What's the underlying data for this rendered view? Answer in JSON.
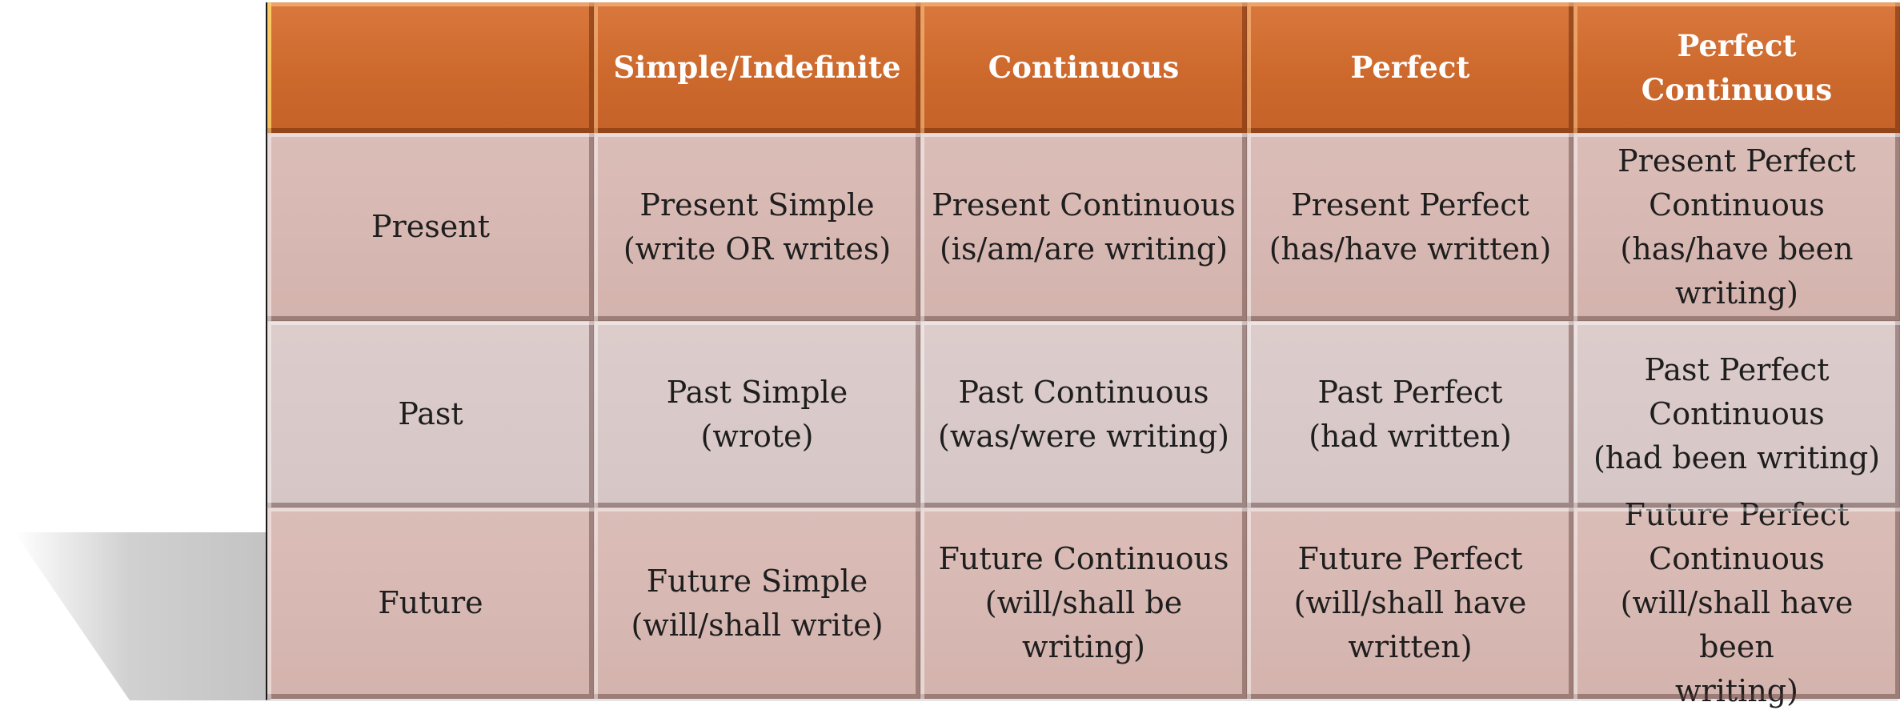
{
  "table": {
    "headers": [
      "",
      "Simple/Indefinite",
      "Continuous",
      "Perfect",
      "Perfect Continuous"
    ],
    "rows": [
      {
        "label": "Present",
        "cells": [
          [
            "Present Simple",
            "(write OR writes)"
          ],
          [
            "Present Continuous",
            "(is/am/are writing)"
          ],
          [
            "Present Perfect",
            "(has/have written)"
          ],
          [
            "Present Perfect",
            "Continuous",
            "(has/have been",
            "writing)"
          ]
        ]
      },
      {
        "label": "Past",
        "cells": [
          [
            "Past Simple",
            "(wrote)"
          ],
          [
            "Past Continuous",
            "(was/were writing)"
          ],
          [
            "Past Perfect",
            "(had written)"
          ],
          [
            "Past Perfect",
            "Continuous",
            "(had been writing)"
          ]
        ]
      },
      {
        "label": "Future",
        "cells": [
          [
            "Future Simple",
            "(will/shall write)"
          ],
          [
            "Future Continuous",
            "(will/shall be",
            "writing)"
          ],
          [
            "Future Perfect",
            "(will/shall have",
            "written)"
          ],
          [
            "Future Perfect",
            "Continuous",
            "(will/shall have been",
            "writing)"
          ]
        ]
      }
    ]
  },
  "colors": {
    "header_bg": "#cd692c",
    "header_text": "#ffffff",
    "row_band_1": "#d4b3ad",
    "row_band_2": "#d6c6c6",
    "accent_edge": "#f6d23a"
  }
}
